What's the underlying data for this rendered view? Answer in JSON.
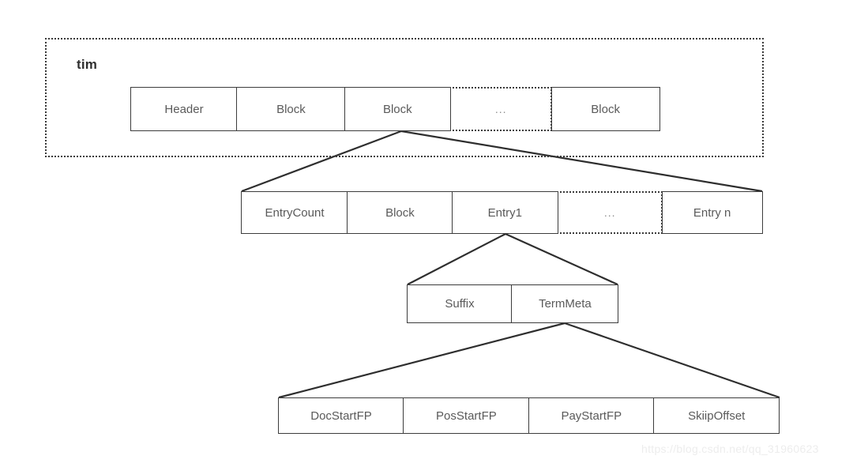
{
  "diagram": {
    "title": "tim",
    "watermark": "https://blog.csdn.net/qq_31960623",
    "ellipsis": "...",
    "colors": {
      "stroke": "#3c3c3c",
      "dashed_stroke": "#3a3a3a",
      "text": "#5a5a5a",
      "title_text": "#2f2f2f",
      "connector": "#2e2e2e",
      "background": "#ffffff",
      "watermark": "#ededed"
    },
    "rows": [
      {
        "name": "tim-file-row",
        "cells": [
          {
            "label": "Header",
            "style": "solid"
          },
          {
            "label": "Block",
            "style": "solid"
          },
          {
            "label": "Block",
            "style": "solid"
          },
          {
            "label": "...",
            "style": "dotted"
          },
          {
            "label": "Block",
            "style": "solid"
          }
        ]
      },
      {
        "name": "block-detail-row",
        "cells": [
          {
            "label": "EntryCount",
            "style": "solid"
          },
          {
            "label": "Block",
            "style": "solid"
          },
          {
            "label": "Entry1",
            "style": "solid"
          },
          {
            "label": "...",
            "style": "dotted"
          },
          {
            "label": "Entry n",
            "style": "solid"
          }
        ]
      },
      {
        "name": "entry-detail-row",
        "cells": [
          {
            "label": "Suffix",
            "style": "solid"
          },
          {
            "label": "TermMeta",
            "style": "solid"
          }
        ]
      },
      {
        "name": "termmeta-detail-row",
        "cells": [
          {
            "label": "DocStartFP",
            "style": "solid"
          },
          {
            "label": "PosStartFP",
            "style": "solid"
          },
          {
            "label": "PayStartFP",
            "style": "solid"
          },
          {
            "label": "SkiipOffset",
            "style": "solid"
          }
        ]
      }
    ]
  }
}
